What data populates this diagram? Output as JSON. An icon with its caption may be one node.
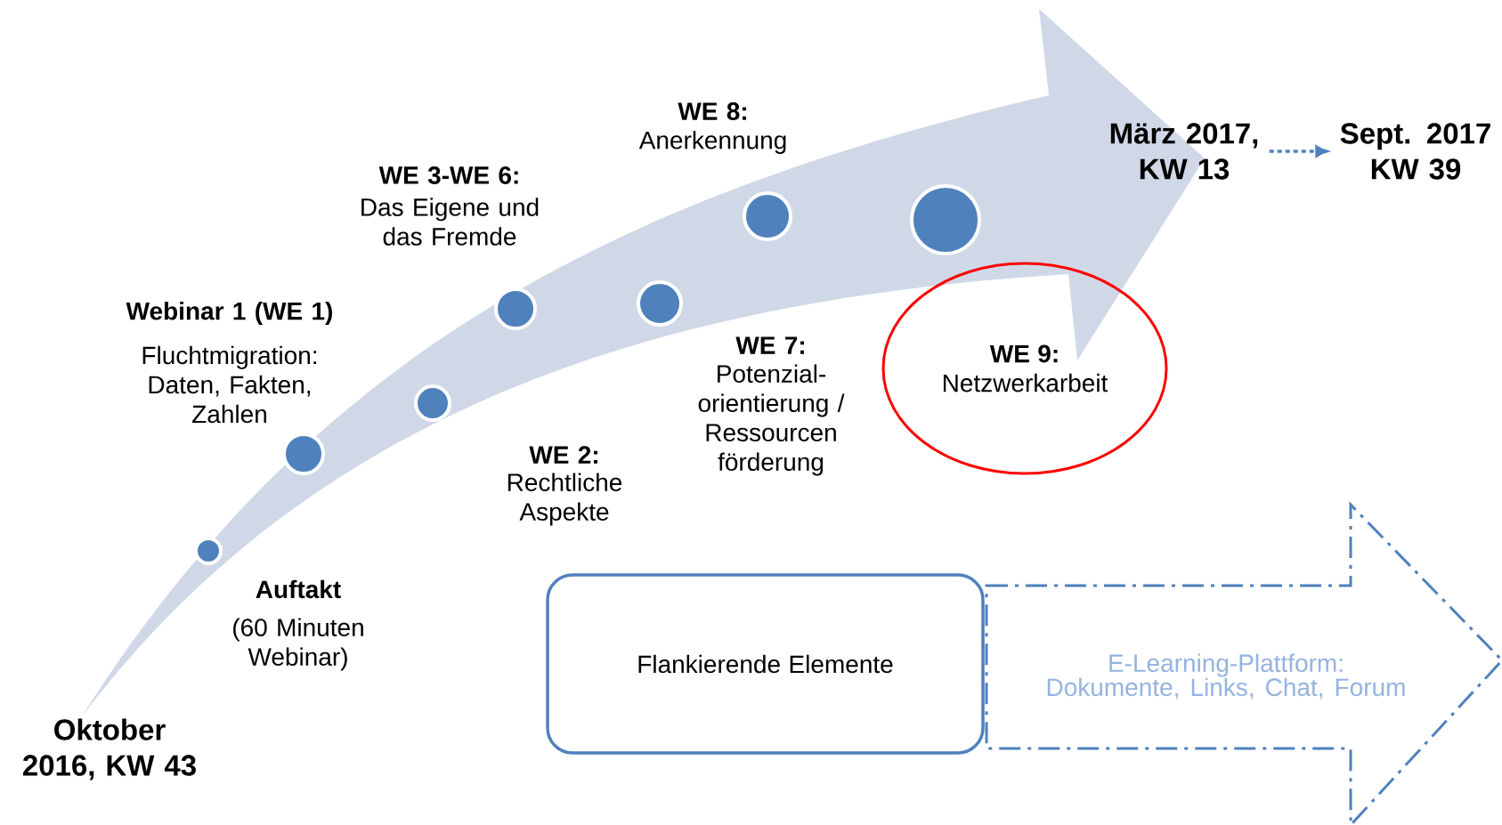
{
  "diagram": {
    "nodes": [
      {
        "text": [
          "März 2017, KW 13"
        ]
      },
      {
        "text": [
          "Sept. 2017 KW 39"
        ]
      },
      {
        "text": [
          "WE 9:",
          "Netzwerkarbeit"
        ]
      },
      {
        "text": [
          "Flankierende Elemente"
        ]
      },
      {
        "text": [
          "E-Learning-Plattform: Dokumente, Links, Chat, Forum"
        ]
      }
    ],
    "edges": [
      {
        "from": 0,
        "to": 1,
        "arrow": "to",
        "style": "dashed"
      }
    ],
    "labels": [
      "WE 8:",
      "Anerkennung",
      "WE 3-WE 6:",
      "Das Eigene und das Fremde",
      "Webinar 1 (WE 1)",
      "Fluchtmigration: Daten, Fakten, Zahlen",
      "WE 7:",
      "Potenzial-orientierung / Ressourcen förderung",
      "WE 2:",
      "Rechtliche Aspekte",
      "Auftakt",
      "(60 Minuten Webinar)",
      "Oktober 2016, KW 43"
    ]
  }
}
